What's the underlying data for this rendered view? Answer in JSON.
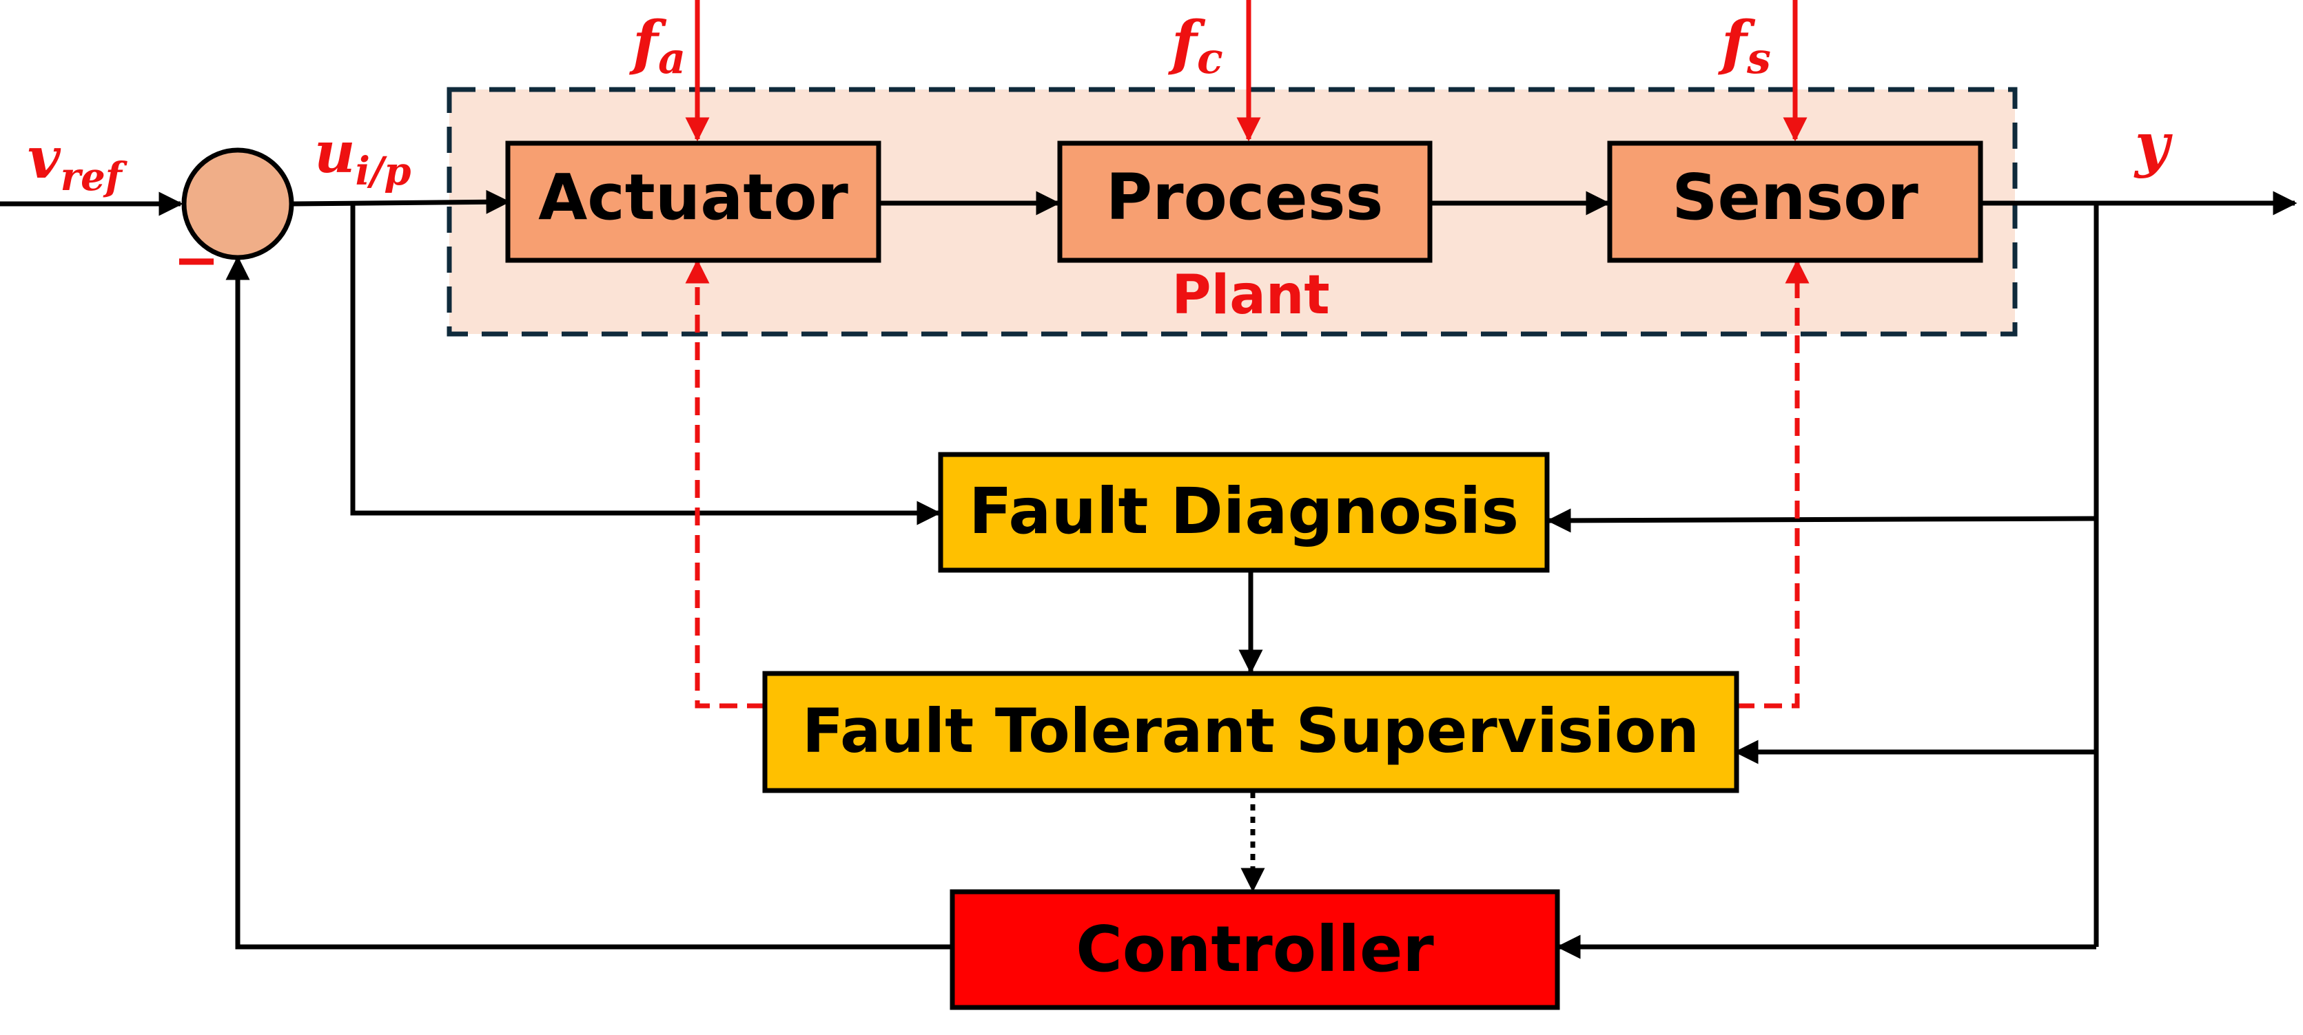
{
  "colors": {
    "plant_fill": "#fbe3d6",
    "plant_border": "#0f2a3b",
    "block_orange": "#f79f71",
    "block_yellow": "#ffc000",
    "block_red": "#ff0000",
    "summer_fill": "#f0ae88",
    "fault_red": "#ee1111",
    "line": "#000000"
  },
  "blocks": {
    "actuator": "Actuator",
    "process": "Process",
    "sensor": "Sensor",
    "fault_diagnosis": "Fault Diagnosis",
    "fault_tolerant_supervision": "Fault Tolerant Supervision",
    "controller": "Controller"
  },
  "plant": {
    "label": "Plant"
  },
  "signals": {
    "reference": {
      "base": "v",
      "sub": "ref"
    },
    "input": {
      "base": "u",
      "sub": "i/p"
    },
    "output": {
      "base": "y"
    },
    "summer_sign": "−"
  },
  "faults": {
    "actuator": {
      "base": "f",
      "sub": "a"
    },
    "process": {
      "base": "f",
      "sub": "c"
    },
    "sensor": {
      "base": "f",
      "sub": "s"
    }
  }
}
